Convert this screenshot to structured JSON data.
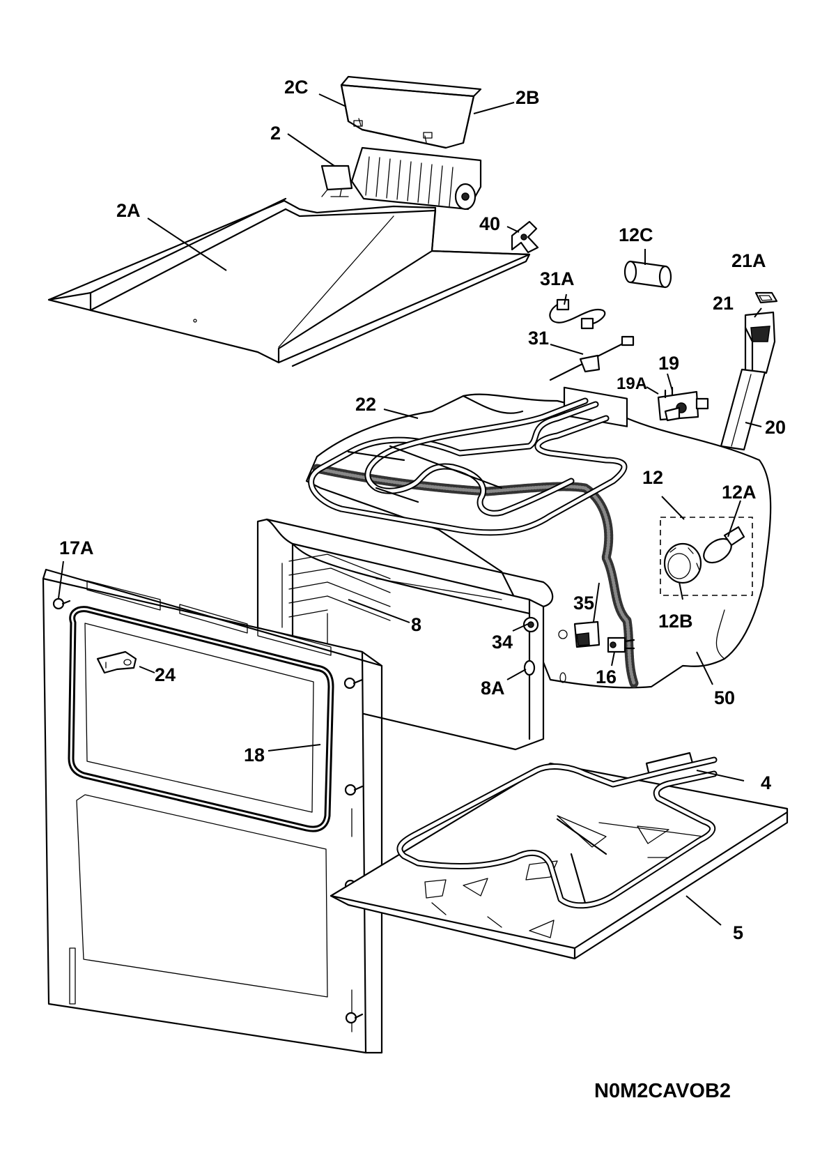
{
  "diagram_code": "N0M2CAVOB2",
  "labels": {
    "p2C": "2C",
    "p2B": "2B",
    "p2": "2",
    "p2A": "2A",
    "p40": "40",
    "p12C": "12C",
    "p21A": "21A",
    "p31A": "31A",
    "p21": "21",
    "p31": "31",
    "p19": "19",
    "p19A": "19A",
    "p22": "22",
    "p20": "20",
    "p12": "12",
    "p12A": "12A",
    "p17A": "17A",
    "p35": "35",
    "p8": "8",
    "p34": "34",
    "p12B": "12B",
    "p24": "24",
    "p16": "16",
    "p8A": "8A",
    "p50": "50",
    "p18": "18",
    "p4": "4",
    "p5": "5"
  }
}
